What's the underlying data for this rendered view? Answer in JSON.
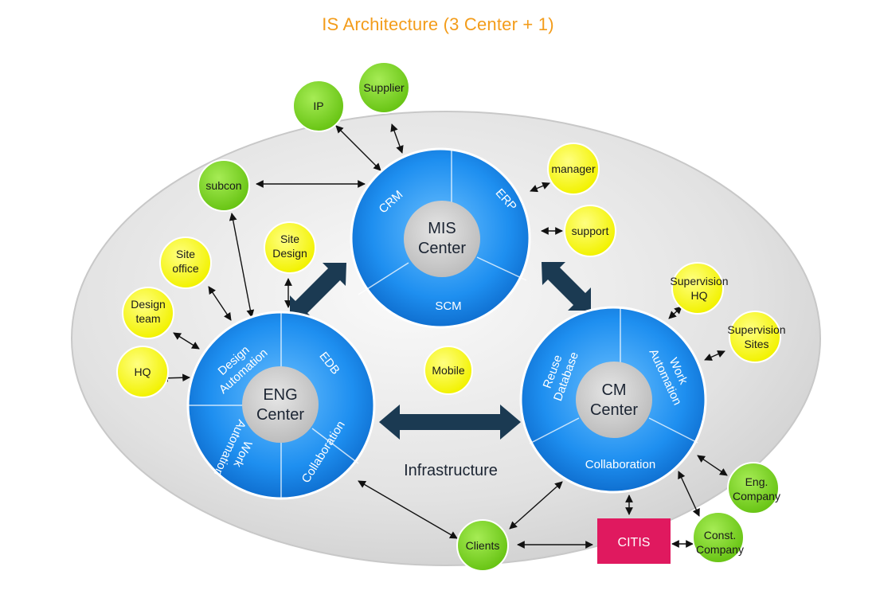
{
  "title": "IS Architecture (3 Center + 1)",
  "colors": {
    "title": "#f39c1a",
    "hub_blue": "#1e8ff0",
    "hub_core": "#cfcfcf",
    "yellow_node": "#ffff00",
    "green_node": "#7ed321",
    "arrow_navy": "#1b3a52",
    "citis": "#e0195f",
    "ellipse": "#e8e8e8"
  },
  "centers": {
    "mis": {
      "line1": "MIS",
      "line2": "Center",
      "segments": [
        "CRM",
        "ERP",
        "SCM"
      ]
    },
    "eng": {
      "line1": "ENG",
      "line2": "Center",
      "segments": {
        "design_automation": [
          "Design",
          "Automation"
        ],
        "edb": "EDB",
        "work_automation": [
          "Work",
          "Automation"
        ],
        "collaboration": "Collaboration"
      }
    },
    "cm": {
      "line1": "CM",
      "line2": "Center",
      "segments": {
        "reuse_database": [
          "Reuse",
          "Database"
        ],
        "work_automation": [
          "Work",
          "Automation"
        ],
        "collaboration": "Collaboration"
      }
    }
  },
  "infrastructure": "Infrastructure",
  "nodes": {
    "ip": [
      "IP"
    ],
    "supplier": [
      "Supplier"
    ],
    "subcon": [
      "subcon"
    ],
    "manager": [
      "manager"
    ],
    "support": [
      "support"
    ],
    "site_design": [
      "Site",
      "Design"
    ],
    "site_office": [
      "Site",
      "office"
    ],
    "design_team": [
      "Design",
      "team"
    ],
    "hq": [
      "HQ"
    ],
    "mobile": [
      "Mobile"
    ],
    "supervision_hq": [
      "Supervision",
      "HQ"
    ],
    "supervision_sites": [
      "Supervision",
      "Sites"
    ],
    "eng_company": [
      "Eng.",
      "Company"
    ],
    "const_company": [
      "Const.",
      "Company"
    ],
    "clients": [
      "Clients"
    ]
  },
  "citis": "CITIS"
}
